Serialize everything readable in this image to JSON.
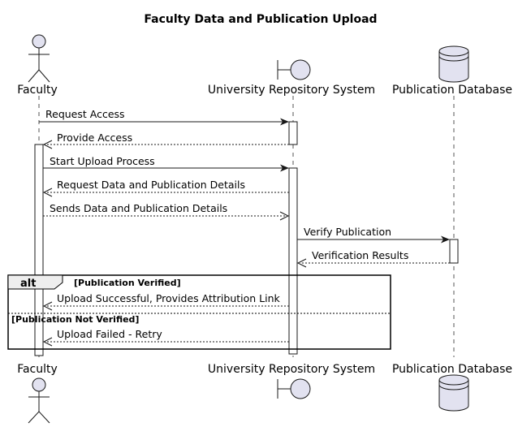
{
  "title": "Faculty Data and Publication Upload",
  "participants": {
    "faculty": "Faculty",
    "repository": "University Repository System",
    "database": "Publication Database"
  },
  "messages": [
    {
      "label": "Request Access",
      "from": "faculty",
      "to": "repository",
      "style": "solid"
    },
    {
      "label": "Provide Access",
      "from": "repository",
      "to": "faculty",
      "style": "dashed"
    },
    {
      "label": "Start Upload Process",
      "from": "faculty",
      "to": "repository",
      "style": "solid"
    },
    {
      "label": "Request Data and Publication Details",
      "from": "repository",
      "to": "faculty",
      "style": "dashed"
    },
    {
      "label": "Sends Data and Publication Details",
      "from": "faculty",
      "to": "repository",
      "style": "dashed"
    },
    {
      "label": "Verify Publication",
      "from": "repository",
      "to": "database",
      "style": "solid"
    },
    {
      "label": "Verification Results",
      "from": "database",
      "to": "repository",
      "style": "dashed"
    },
    {
      "label": "Upload Successful, Provides Attribution Link",
      "from": "repository",
      "to": "faculty",
      "style": "dashed"
    },
    {
      "label": "Upload Failed - Retry",
      "from": "repository",
      "to": "faculty",
      "style": "dashed"
    }
  ],
  "fragment": {
    "keyword": "alt",
    "guard_1": "[Publication Verified]",
    "guard_2": "[Publication Not Verified]"
  }
}
